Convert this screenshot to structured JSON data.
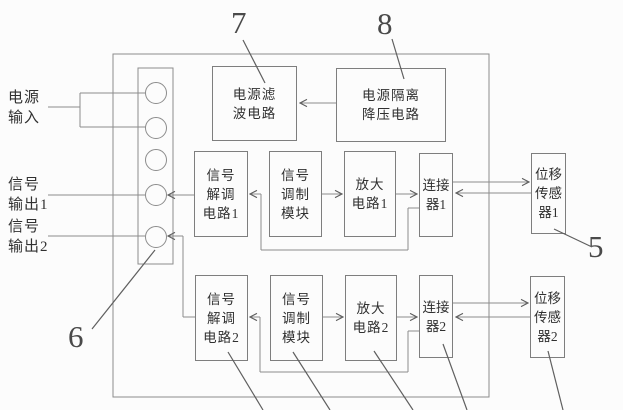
{
  "diagram": {
    "description": "Displacement sensor signal-conditioning board block diagram",
    "external_labels": {
      "power_input": "电源\n输入",
      "signal_output_1": "信号\n输出1",
      "signal_output_2": "信号\n输出2"
    },
    "blocks": {
      "power_filter": "电源滤\n波电路",
      "power_isolation": "电源隔离\n降压电路",
      "demod_1": "信号\n解调\n电路1",
      "mod_1": "信号\n调制\n模块",
      "amp_1": "放大\n电路1",
      "connector_1": "连接\n器1",
      "sensor_1": "位移\n传感\n器1",
      "demod_2": "信号\n解调\n电路2",
      "mod_2": "信号\n调制\n模块",
      "amp_2": "放大\n电路2",
      "connector_2": "连接\n器2",
      "sensor_2": "位移\n传感\n器2"
    },
    "ref_numbers": {
      "n5": "5",
      "n6": "6",
      "n7": "7",
      "n8": "8"
    },
    "colors": {
      "background": "#fcfcfc",
      "line": "#8c8c8c",
      "box_border": "#7e7e7e",
      "text": "#303030"
    }
  }
}
